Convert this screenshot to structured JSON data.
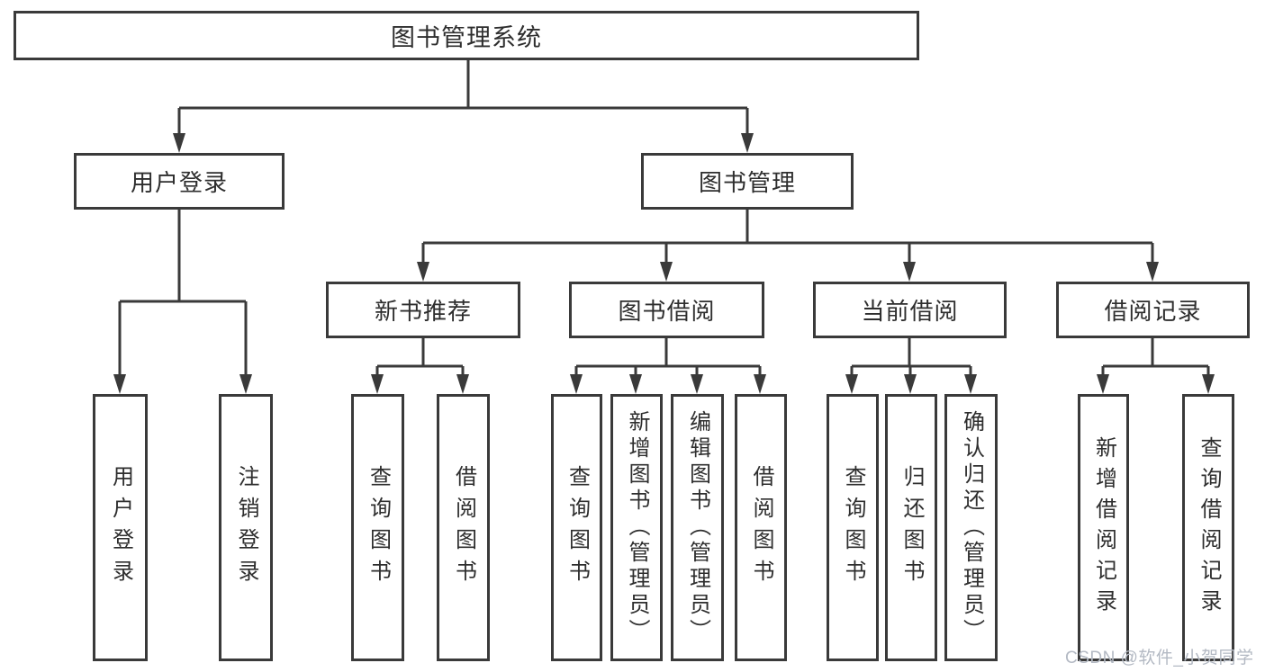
{
  "diagram": {
    "root": {
      "label": "图书管理系统"
    },
    "level2": [
      {
        "label": "用户登录"
      },
      {
        "label": "图书管理"
      }
    ],
    "level3": [
      {
        "label": "新书推荐"
      },
      {
        "label": "图书借阅"
      },
      {
        "label": "当前借阅"
      },
      {
        "label": "借阅记录"
      }
    ],
    "leaves": {
      "user": [
        "用户登录",
        "注销登录"
      ],
      "recommend": [
        "查询图书",
        "借阅图书"
      ],
      "borrow": [
        "查询图书",
        "新增图书（管理员）",
        "编辑图书（管理员）",
        "借阅图书"
      ],
      "current": [
        "查询图书",
        "归还图书",
        "确认归还（管理员）"
      ],
      "records": [
        "新增借阅记录",
        "查询借阅记录"
      ]
    },
    "colors": {
      "line": "#3a3a3a",
      "text": "#2e2e2e",
      "watermark": "#b3b9c3",
      "background": "#ffffff"
    },
    "watermark": "CSDN @软件_小贺同学"
  }
}
